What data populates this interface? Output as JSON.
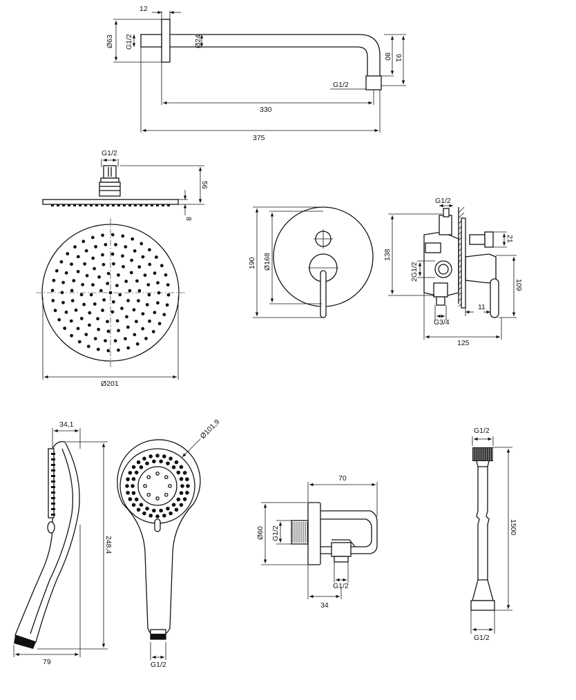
{
  "shower_arm": {
    "dim_flange": "12",
    "dim_wall_dia": "Ø63",
    "dim_thread": "G1/2",
    "dim_tube_dia": "Ø24",
    "dim_drop_80": "80",
    "dim_drop_91": "91",
    "dim_outlet_thread": "G1/2",
    "dim_330": "330",
    "dim_375": "375"
  },
  "rain_head": {
    "dim_thread": "G1/2",
    "dim_height": "56",
    "dim_plate": "8",
    "dim_dia": "Ø201"
  },
  "mixer_front": {
    "dim_190": "190",
    "dim_168": "Ø168"
  },
  "mixer_side": {
    "dim_top_thread": "G1/2",
    "dim_138": "138",
    "dim_21": "21",
    "dim_2g12": "2G1/2",
    "dim_109": "109",
    "dim_11": "11",
    "dim_g34": "G3/4",
    "dim_125": "125"
  },
  "hand_shower": {
    "dim_34_1": "34,1",
    "dim_dia": "Ø101,9",
    "dim_248_4": "248,4",
    "dim_79": "79",
    "dim_thread": "G1/2"
  },
  "wall_elbow": {
    "dim_70": "70",
    "dim_60": "Ø60",
    "dim_thread_left": "G1/2",
    "dim_thread_bottom": "G1/2",
    "dim_34": "34"
  },
  "hose": {
    "dim_top": "G1/2",
    "dim_length": "1500",
    "dim_bottom": "G1/2"
  }
}
